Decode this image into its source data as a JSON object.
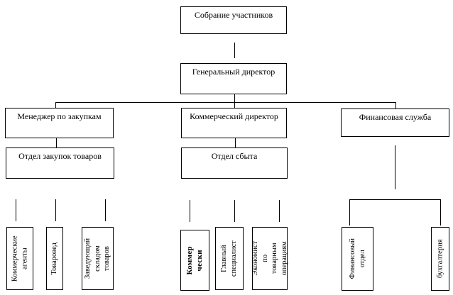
{
  "diagram": {
    "type": "org-chart",
    "colors": {
      "background": "#ffffff",
      "line": "#000000",
      "text": "#000000"
    },
    "nodes": {
      "participants_meeting": "Собрание участников",
      "general_director": "Генеральный директор",
      "purchasing_manager": "Менеджер по закупкам",
      "commercial_director": "Коммерческий директор",
      "financial_service": "Финансовая служба",
      "procurement_department": "Отдел закупок товаров",
      "sales_department": "Отдел сбыта",
      "commercial_agents": "Коммерческие\nагенты",
      "merchandiser": "Товаровед",
      "warehouse_manager": "Заведующий\nскладом товаров",
      "commercial_bold": "Коммер чески",
      "chief_specialist": "Главный\nспециалист",
      "commodity_economist": "Экономист по\nтоварным\nоперациям",
      "financial_department": "Финансовый\nотдел",
      "accounting": "бухгалтерия"
    },
    "edges": [
      [
        "participants_meeting",
        "general_director"
      ],
      [
        "general_director",
        "purchasing_manager"
      ],
      [
        "general_director",
        "commercial_director"
      ],
      [
        "general_director",
        "financial_service"
      ],
      [
        "purchasing_manager",
        "procurement_department"
      ],
      [
        "commercial_director",
        "sales_department"
      ],
      [
        "financial_service",
        "financial_department"
      ],
      [
        "financial_service",
        "accounting"
      ]
    ]
  }
}
